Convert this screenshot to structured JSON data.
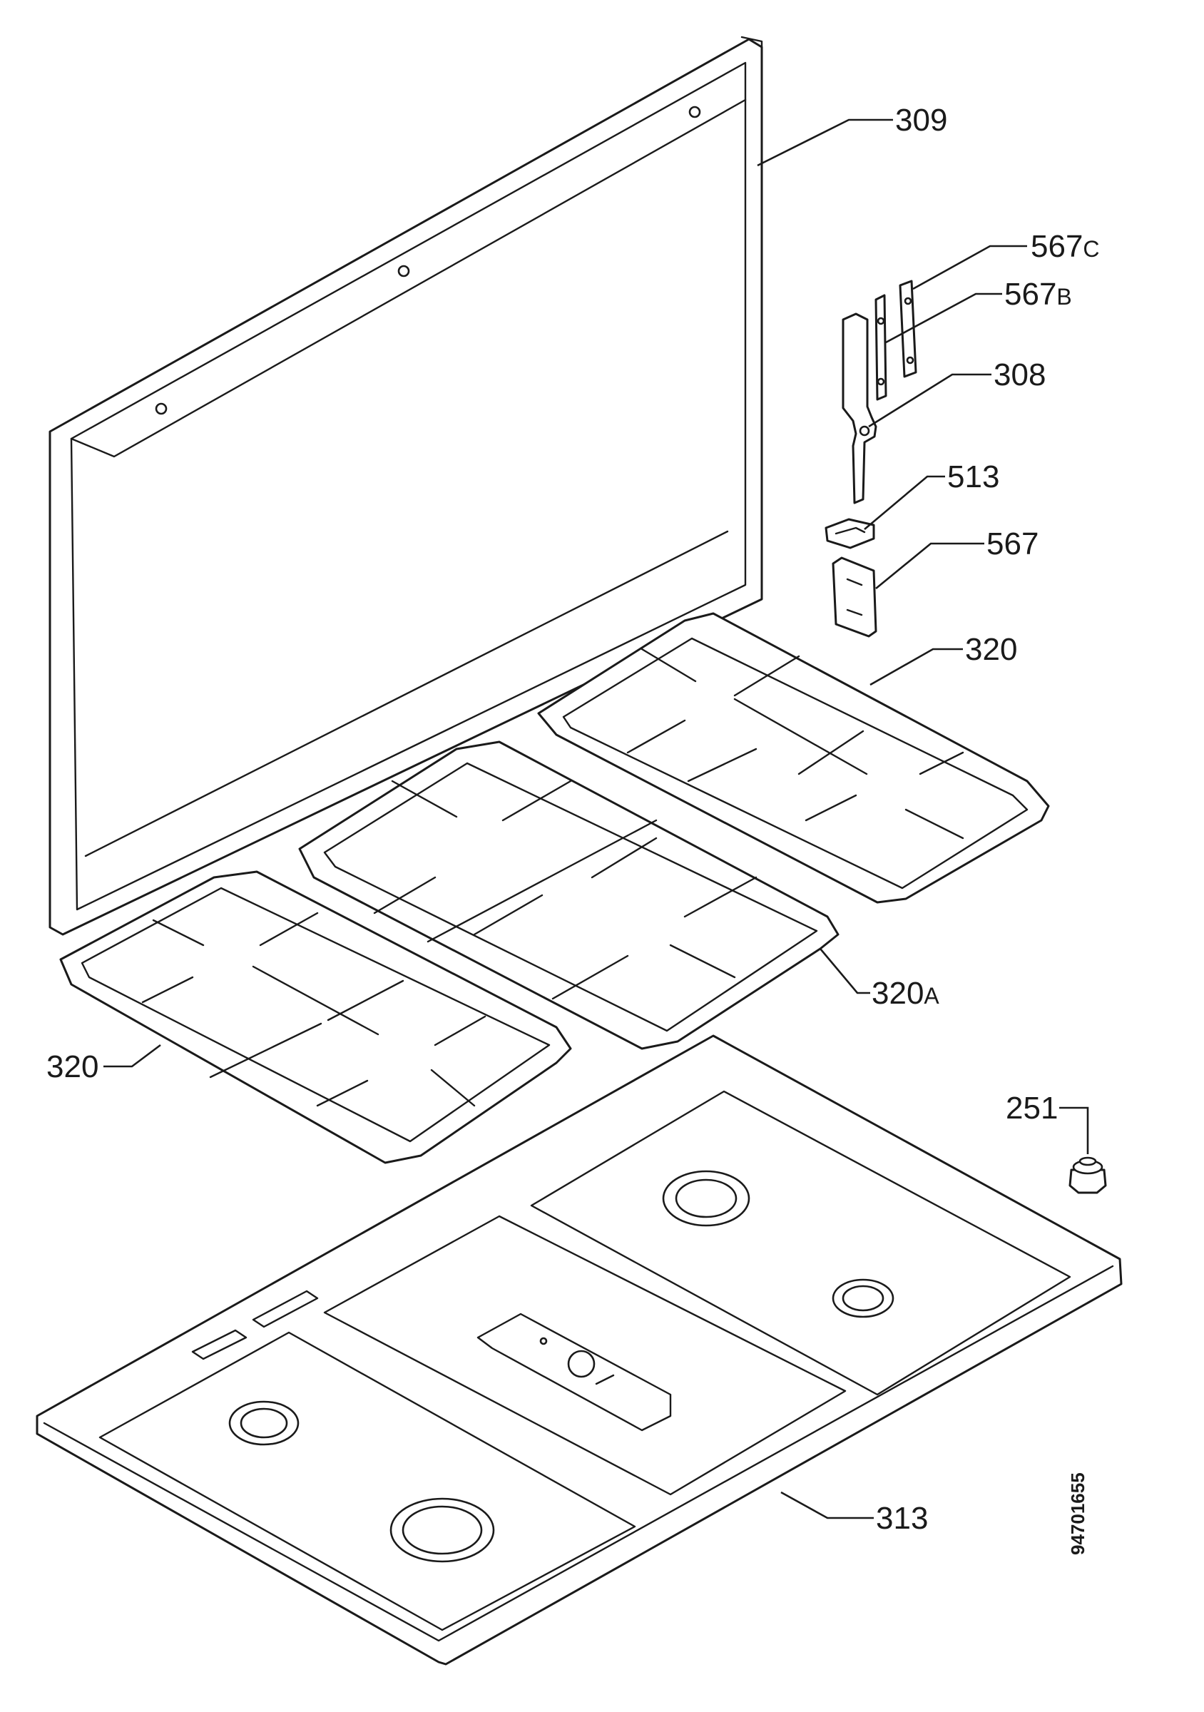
{
  "callouts": {
    "c309": "309",
    "c567c": "567",
    "c567c_suffix": "C",
    "c567b": "567",
    "c567b_suffix": "B",
    "c308": "308",
    "c513": "513",
    "c567": "567",
    "c320_right": "320",
    "c320a": "320",
    "c320a_suffix": "A",
    "c320_left": "320",
    "c251": "251",
    "c313": "313"
  },
  "document_number": "94701655",
  "colors": {
    "line": "#1a1a1a",
    "background": "#ffffff"
  }
}
